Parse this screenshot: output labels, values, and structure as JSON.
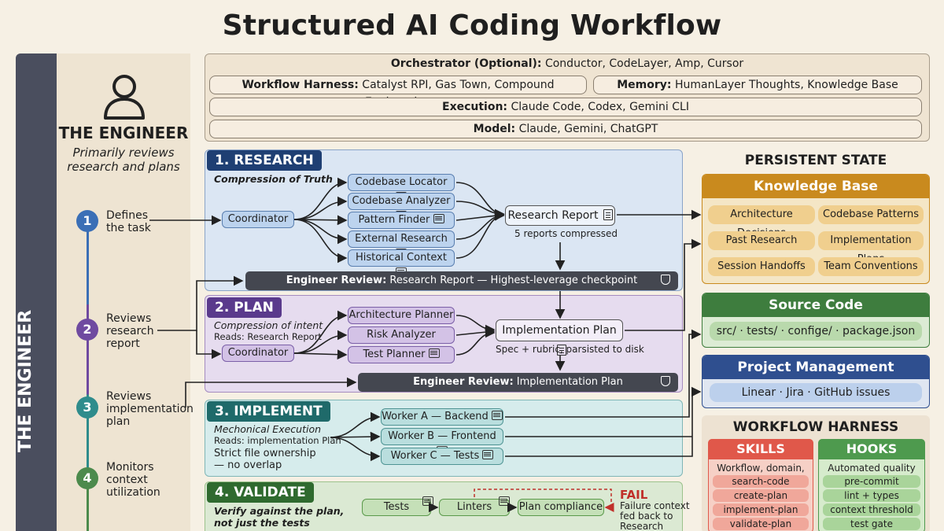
{
  "title": "Structured AI Coding Workflow",
  "engineer": {
    "strip_label": "THE ENGINEER",
    "name": "THE ENGINEER",
    "subtitle_line1": "Primarily reviews",
    "subtitle_line2": "research and plans",
    "steps": [
      {
        "num": "1",
        "l1": "Defines",
        "l2": "the task",
        "l3": "",
        "color": "#3b6fb6"
      },
      {
        "num": "2",
        "l1": "Reviews",
        "l2": "research",
        "l3": "report",
        "color": "#6f4aa0"
      },
      {
        "num": "3",
        "l1": "Reviews",
        "l2": "implementation",
        "l3": "plan",
        "color": "#2f8c8c"
      },
      {
        "num": "4",
        "l1": "Monitors",
        "l2": "context",
        "l3": "utilization",
        "color": "#4c8a4c"
      }
    ]
  },
  "stack": {
    "orchestrator_label": "Orchestrator (Optional):",
    "orchestrator_value": " Conductor, CodeLayer, Amp, Cursor",
    "harness_label": "Workflow Harness:",
    "harness_value": " Catalyst RPI, Gas Town, Compound Engineering",
    "memory_label": "Memory:",
    "memory_value": " HumanLayer Thoughts, Knowledge Base",
    "execution_label": "Execution:",
    "execution_value": " Claude Code, Codex, Gemini CLI",
    "model_label": "Model:",
    "model_value": " Claude, Gemini, ChatGPT"
  },
  "research": {
    "title": "1. RESEARCH",
    "subtitle": "Compression of Truth",
    "coordinator": "Coordinator",
    "agents": [
      "Codebase Locator",
      "Codebase Analyzer",
      "Pattern Finder",
      "External Research",
      "Historical Context"
    ],
    "output": "Research Report",
    "output_note": "5 reports compressed",
    "review_label": "Engineer Review:",
    "review_value": " Research Report — Highest-leverage checkpoint"
  },
  "plan": {
    "title": "2. PLAN",
    "subtitle": "Compression of intent",
    "reads": "Reads: Research Report",
    "coordinator": "Coordinator",
    "agents": [
      "Architecture Planner",
      "Risk Analyzer",
      "Test Planner"
    ],
    "output": "Implementation Plan",
    "output_note": "Spec + rubric, parsisted to disk",
    "review_label": "Engineer Review:",
    "review_value": " Implementation Plan"
  },
  "implement": {
    "title": "3. IMPLEMENT",
    "subtitle": "Mechonical Execution",
    "reads": "Reads: implementation Plan",
    "note1": "Strict file ownership",
    "note2": "— no overlap",
    "workers": [
      "Worker A — Backend",
      "Worker B — Frontend",
      "Worker C — Tests"
    ]
  },
  "validate": {
    "title": "4. VALIDATE",
    "subtitle1": "Verify against the plan,",
    "subtitle2": "not just the tests",
    "checks": [
      "Tests",
      "Linters",
      "Plan compliance"
    ],
    "fail": "FAIL",
    "fail_note1": "Failure context",
    "fail_note2": "fed back to",
    "fail_note3": "Research"
  },
  "persistent_state": {
    "title": "PERSISTENT STATE",
    "knowledge_base": {
      "title": "Knowledge Base",
      "items": [
        "Architecture Decisions",
        "Codebase Patterns",
        "Past Research",
        "Implementation Plans",
        "Session Handoffs",
        "Team Conventions"
      ]
    },
    "source_code": {
      "title": "Source Code",
      "value": "src/ · tests/ · configе/ · package.json"
    },
    "project_management": {
      "title": "Project Management",
      "value": "Linear · Jira · GitHub issues"
    }
  },
  "workflow_harness": {
    "title": "WORKFLOW HARNESS",
    "skills": {
      "title": "SKILLS",
      "items": [
        "Workflow, domain, tool",
        "search-code",
        "create-plan",
        "implement-plan",
        "validate-plan"
      ]
    },
    "hooks": {
      "title": "HOOKS",
      "items": [
        "Automated quality gates",
        "pre-commit",
        "lint + types",
        "context threshold",
        "test gate"
      ]
    }
  },
  "colors": {
    "research": "#1f3f73",
    "plan": "#5a3a8c",
    "implement": "#1f6a6a",
    "validate": "#2f6a2f",
    "kb": "#c98a1e",
    "src": "#3e7d3e",
    "pm": "#2f4f8f",
    "skills": "#e0584a",
    "hooks": "#4e9a4e"
  }
}
